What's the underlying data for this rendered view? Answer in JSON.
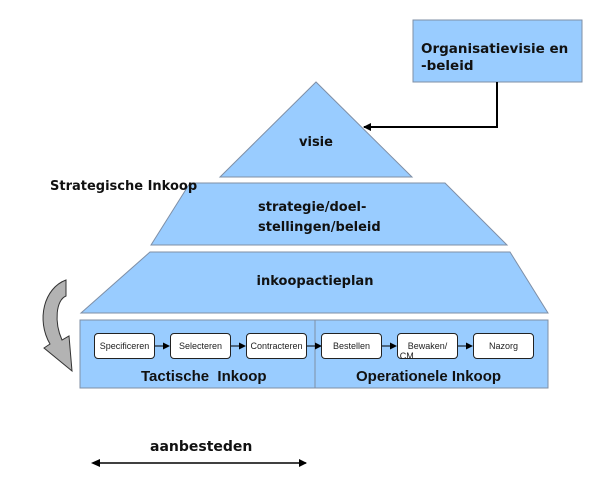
{
  "colors": {
    "fill": "#99ccff",
    "stroke": "#7f8fa6",
    "arrow": "#000000",
    "loop_arrow": "#b3b3b3"
  },
  "org_box": {
    "line1": "Organisatievisie en",
    "line2": "-beleid"
  },
  "pyramid": {
    "top": "visie",
    "middle": {
      "line1": "strategie/doel-",
      "line2": "stellingen/beleid"
    },
    "bottom": "inkoopactieplan"
  },
  "strategic_label": "Strategische Inkoop",
  "tactical": {
    "title": "Tactische  Inkoop",
    "steps": [
      "Specificeren",
      "Selecteren",
      "Contracteren"
    ]
  },
  "operational": {
    "title": "Operationele Inkoop",
    "steps": [
      {
        "line1": "Bestellen",
        "line2": ""
      },
      {
        "line1": "Bewaken/",
        "line2": "CM"
      },
      {
        "line1": "Nazorg",
        "line2": ""
      }
    ]
  },
  "tender": {
    "label": "aanbesteden"
  }
}
